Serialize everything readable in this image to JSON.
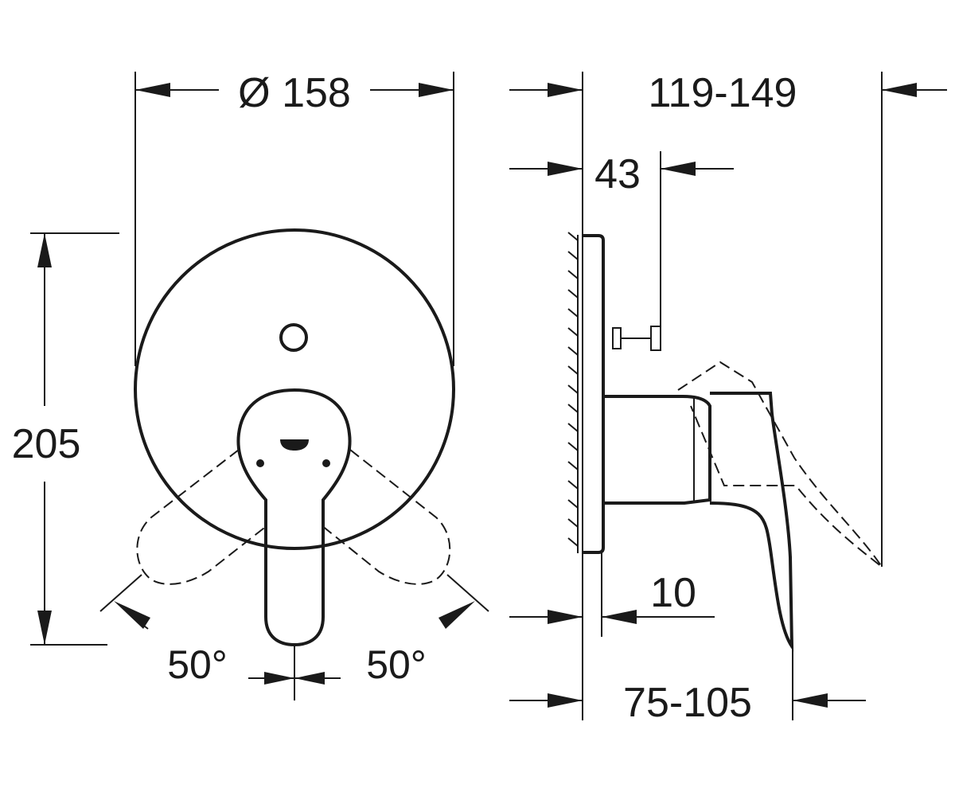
{
  "front_view": {
    "diameter_label": "Ø 158",
    "height_label": "205",
    "angle_left_label": "50°",
    "angle_right_label": "50°"
  },
  "side_view": {
    "total_depth_label": "119-149",
    "spindle_label": "43",
    "plate_label": "10",
    "handle_depth_label": "75-105"
  },
  "colors": {
    "line": "#1a1a1a",
    "background": "#ffffff"
  }
}
